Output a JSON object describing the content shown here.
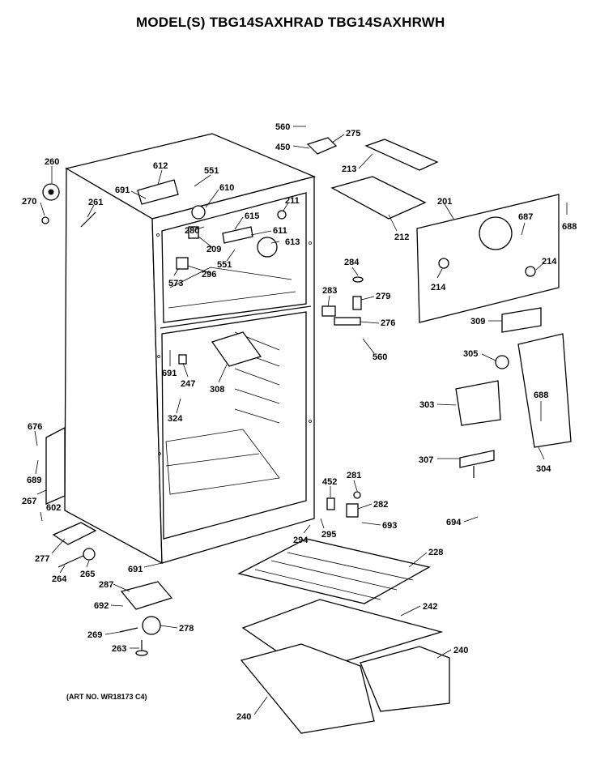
{
  "header": {
    "title": "MODEL(S) TBG14SAXHRAD  TBG14SAXHRWH"
  },
  "footer": {
    "art_no": "(ART NO. WR18173 C4)"
  },
  "parts": [
    {
      "id": "560a",
      "label": "560"
    },
    {
      "id": "275",
      "label": "275"
    },
    {
      "id": "450",
      "label": "450"
    },
    {
      "id": "213",
      "label": "213"
    },
    {
      "id": "260",
      "label": "260"
    },
    {
      "id": "270",
      "label": "270"
    },
    {
      "id": "612",
      "label": "612"
    },
    {
      "id": "551a",
      "label": "551"
    },
    {
      "id": "691a",
      "label": "691"
    },
    {
      "id": "610",
      "label": "610"
    },
    {
      "id": "261",
      "label": "261"
    },
    {
      "id": "211",
      "label": "211"
    },
    {
      "id": "212",
      "label": "212"
    },
    {
      "id": "201",
      "label": "201"
    },
    {
      "id": "688a",
      "label": "688"
    },
    {
      "id": "615",
      "label": "615"
    },
    {
      "id": "687",
      "label": "687"
    },
    {
      "id": "280",
      "label": "280"
    },
    {
      "id": "611",
      "label": "611"
    },
    {
      "id": "209",
      "label": "209"
    },
    {
      "id": "613",
      "label": "613"
    },
    {
      "id": "551b",
      "label": "551"
    },
    {
      "id": "573",
      "label": "573"
    },
    {
      "id": "296",
      "label": "296"
    },
    {
      "id": "284",
      "label": "284"
    },
    {
      "id": "214a",
      "label": "214"
    },
    {
      "id": "214b",
      "label": "214"
    },
    {
      "id": "283",
      "label": "283"
    },
    {
      "id": "279",
      "label": "279"
    },
    {
      "id": "276",
      "label": "276"
    },
    {
      "id": "309",
      "label": "309"
    },
    {
      "id": "560b",
      "label": "560"
    },
    {
      "id": "305",
      "label": "305"
    },
    {
      "id": "691b",
      "label": "691"
    },
    {
      "id": "247",
      "label": "247"
    },
    {
      "id": "308",
      "label": "308"
    },
    {
      "id": "303",
      "label": "303"
    },
    {
      "id": "688b",
      "label": "688"
    },
    {
      "id": "324",
      "label": "324"
    },
    {
      "id": "676",
      "label": "676"
    },
    {
      "id": "307",
      "label": "307"
    },
    {
      "id": "304",
      "label": "304"
    },
    {
      "id": "689",
      "label": "689"
    },
    {
      "id": "281",
      "label": "281"
    },
    {
      "id": "452",
      "label": "452"
    },
    {
      "id": "267",
      "label": "267"
    },
    {
      "id": "282",
      "label": "282"
    },
    {
      "id": "602",
      "label": "602"
    },
    {
      "id": "693",
      "label": "693"
    },
    {
      "id": "694",
      "label": "694"
    },
    {
      "id": "295",
      "label": "295"
    },
    {
      "id": "294",
      "label": "294"
    },
    {
      "id": "277",
      "label": "277"
    },
    {
      "id": "228",
      "label": "228"
    },
    {
      "id": "265",
      "label": "265"
    },
    {
      "id": "691c",
      "label": "691"
    },
    {
      "id": "264",
      "label": "264"
    },
    {
      "id": "287",
      "label": "287"
    },
    {
      "id": "242",
      "label": "242"
    },
    {
      "id": "692",
      "label": "692"
    },
    {
      "id": "278",
      "label": "278"
    },
    {
      "id": "269",
      "label": "269"
    },
    {
      "id": "240a",
      "label": "240"
    },
    {
      "id": "263",
      "label": "263"
    },
    {
      "id": "240b",
      "label": "240"
    }
  ]
}
